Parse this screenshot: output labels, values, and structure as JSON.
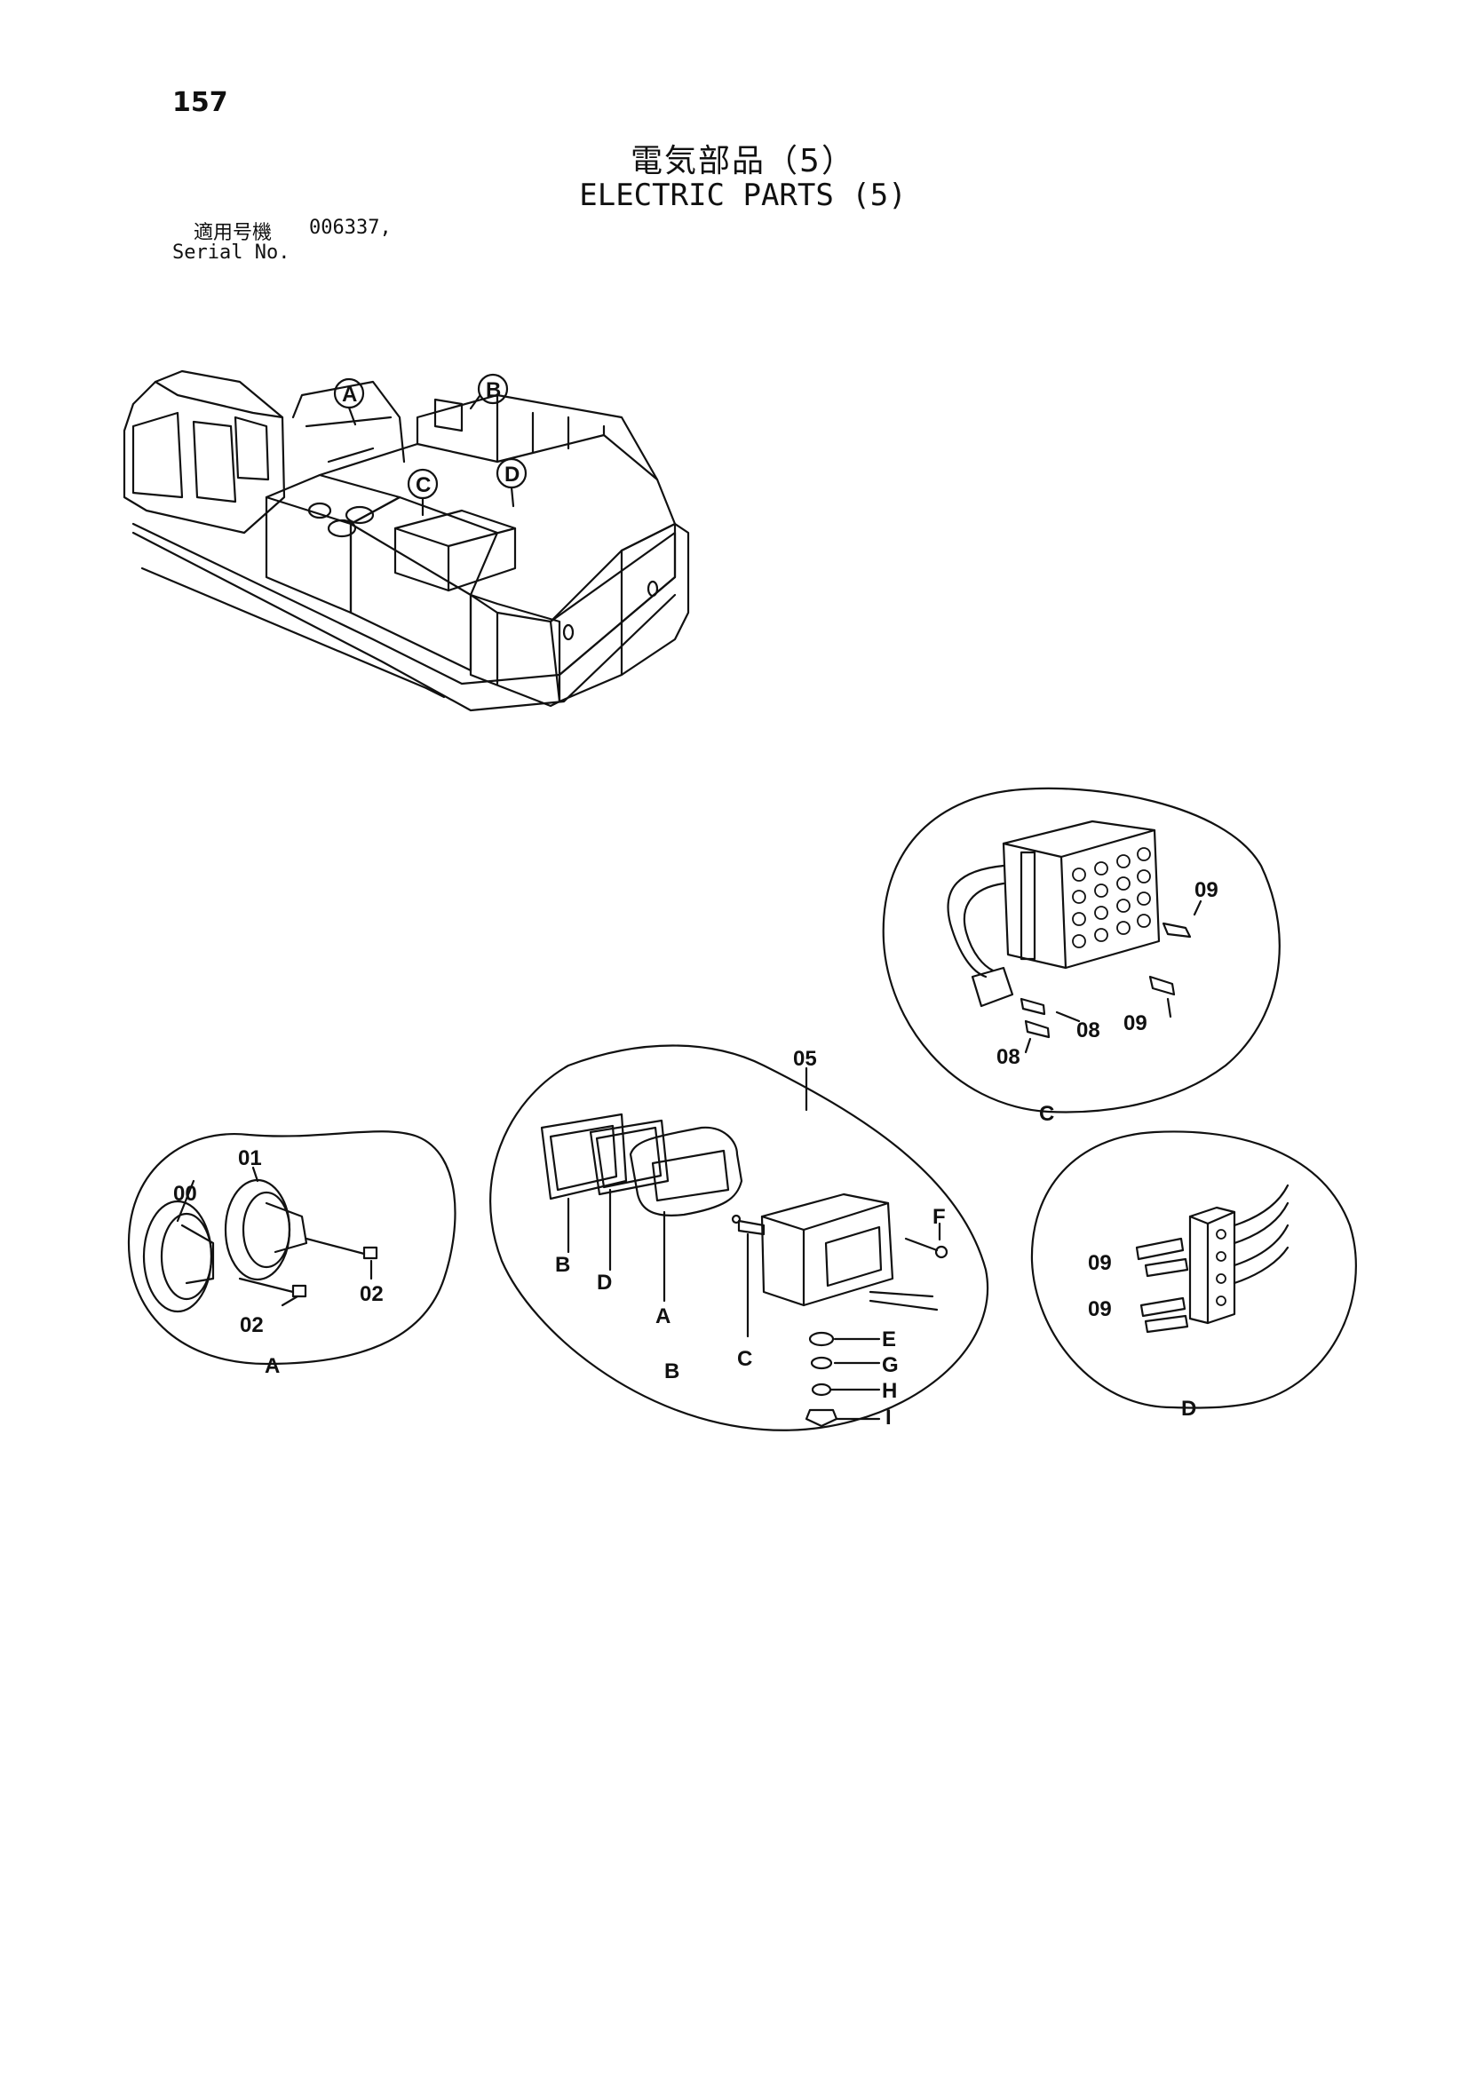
{
  "page": {
    "number": "157",
    "title_jp": "電気部品（5）",
    "title_en": "ELECTRIC PARTS (5)",
    "serial_label_jp": "適用号機",
    "serial_value": "006337,",
    "serial_label_en": "Serial No."
  },
  "overview": {
    "callouts": [
      "A",
      "B",
      "C",
      "D"
    ]
  },
  "details": {
    "A": {
      "label": "A",
      "parts": [
        "00",
        "01",
        "02",
        "02"
      ]
    },
    "B": {
      "label": "B",
      "assembly": "05",
      "parts": [
        "B",
        "D",
        "A",
        "C",
        "F",
        "E",
        "G",
        "H",
        "I"
      ]
    },
    "C": {
      "label": "C",
      "parts": [
        "09",
        "08",
        "08",
        "09"
      ]
    },
    "D": {
      "label": "D",
      "parts": [
        "09",
        "09"
      ]
    }
  }
}
